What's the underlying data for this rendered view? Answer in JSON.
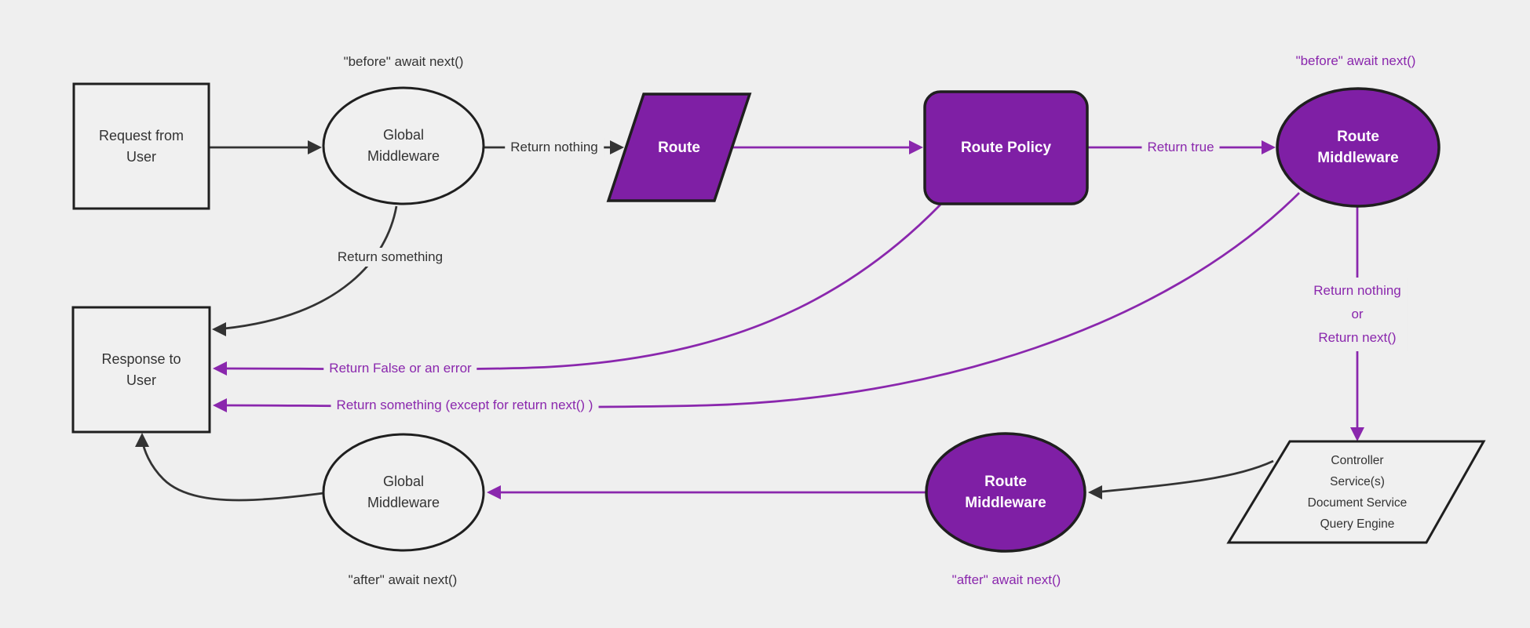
{
  "diagram": {
    "background": "#efefef",
    "colors": {
      "node_fill_light": "#f0f0f0",
      "node_fill_purple": "#7f1fa5",
      "node_stroke": "#1f1f1f",
      "edge_black": "#333333",
      "edge_purple": "#8a27ad",
      "text_dark": "#333333",
      "text_purple": "#8a27ad",
      "text_white": "#ffffff"
    },
    "nodes": {
      "request_from_user": {
        "line1": "Request from",
        "line2": "User"
      },
      "global_middleware_top": {
        "line1": "Global",
        "line2": "Middleware"
      },
      "route": {
        "label": "Route"
      },
      "route_policy": {
        "label": "Route Policy"
      },
      "route_middleware_top": {
        "line1": "Route",
        "line2": "Middleware"
      },
      "response_to_user": {
        "line1": "Response to",
        "line2": "User"
      },
      "controller_services": {
        "line1": "Controller",
        "line2": "Service(s)",
        "line3": "Document Service",
        "line4": "Query Engine"
      },
      "route_middleware_bottom": {
        "line1": "Route",
        "line2": "Middleware"
      },
      "global_middleware_bottom": {
        "line1": "Global",
        "line2": "Middleware"
      }
    },
    "edge_labels": {
      "before_await_next_global": "\"before\" await next()",
      "before_await_next_route": "\"before\" await next()",
      "return_nothing": "Return nothing",
      "return_true": "Return true",
      "return_something": "Return something",
      "return_false_or_error": "Return False or an error",
      "return_something_except": "Return something (except for return next() )",
      "return_nothing_or": {
        "line1": "Return nothing",
        "line2": "or",
        "line3": "Return next()"
      },
      "after_await_next_route": "\"after\" await next()",
      "after_await_next_global": "\"after\" await next()"
    }
  }
}
